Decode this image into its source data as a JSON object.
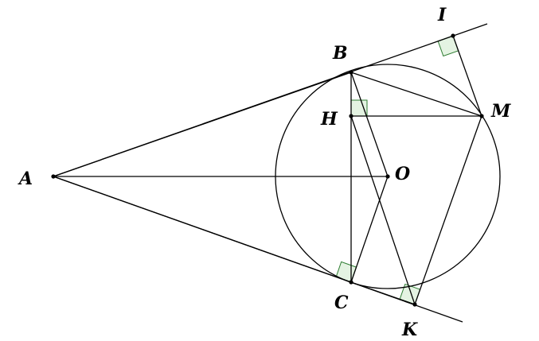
{
  "points": [
    {
      "id": "A",
      "label": "A"
    },
    {
      "id": "B",
      "label": "B"
    },
    {
      "id": "C",
      "label": "C"
    },
    {
      "id": "O",
      "label": "O"
    },
    {
      "id": "M",
      "label": "M"
    },
    {
      "id": "H",
      "label": "H"
    },
    {
      "id": "I",
      "label": "I"
    },
    {
      "id": "K",
      "label": "K"
    }
  ],
  "segments": [
    [
      "A",
      "B"
    ],
    [
      "A",
      "C"
    ],
    [
      "A",
      "O"
    ],
    [
      "B",
      "C"
    ],
    [
      "B",
      "M"
    ],
    [
      "B",
      "O"
    ],
    [
      "C",
      "O"
    ],
    [
      "H",
      "M"
    ],
    [
      "H",
      "K"
    ],
    [
      "M",
      "I"
    ],
    [
      "M",
      "K"
    ],
    [
      "C",
      "K"
    ]
  ],
  "right_angles": [
    "I",
    "H",
    "C",
    "K"
  ],
  "colors": {
    "stroke": "#000000",
    "right_angle_fill": "#e4f3e2",
    "right_angle_stroke": "#2e7d32"
  }
}
